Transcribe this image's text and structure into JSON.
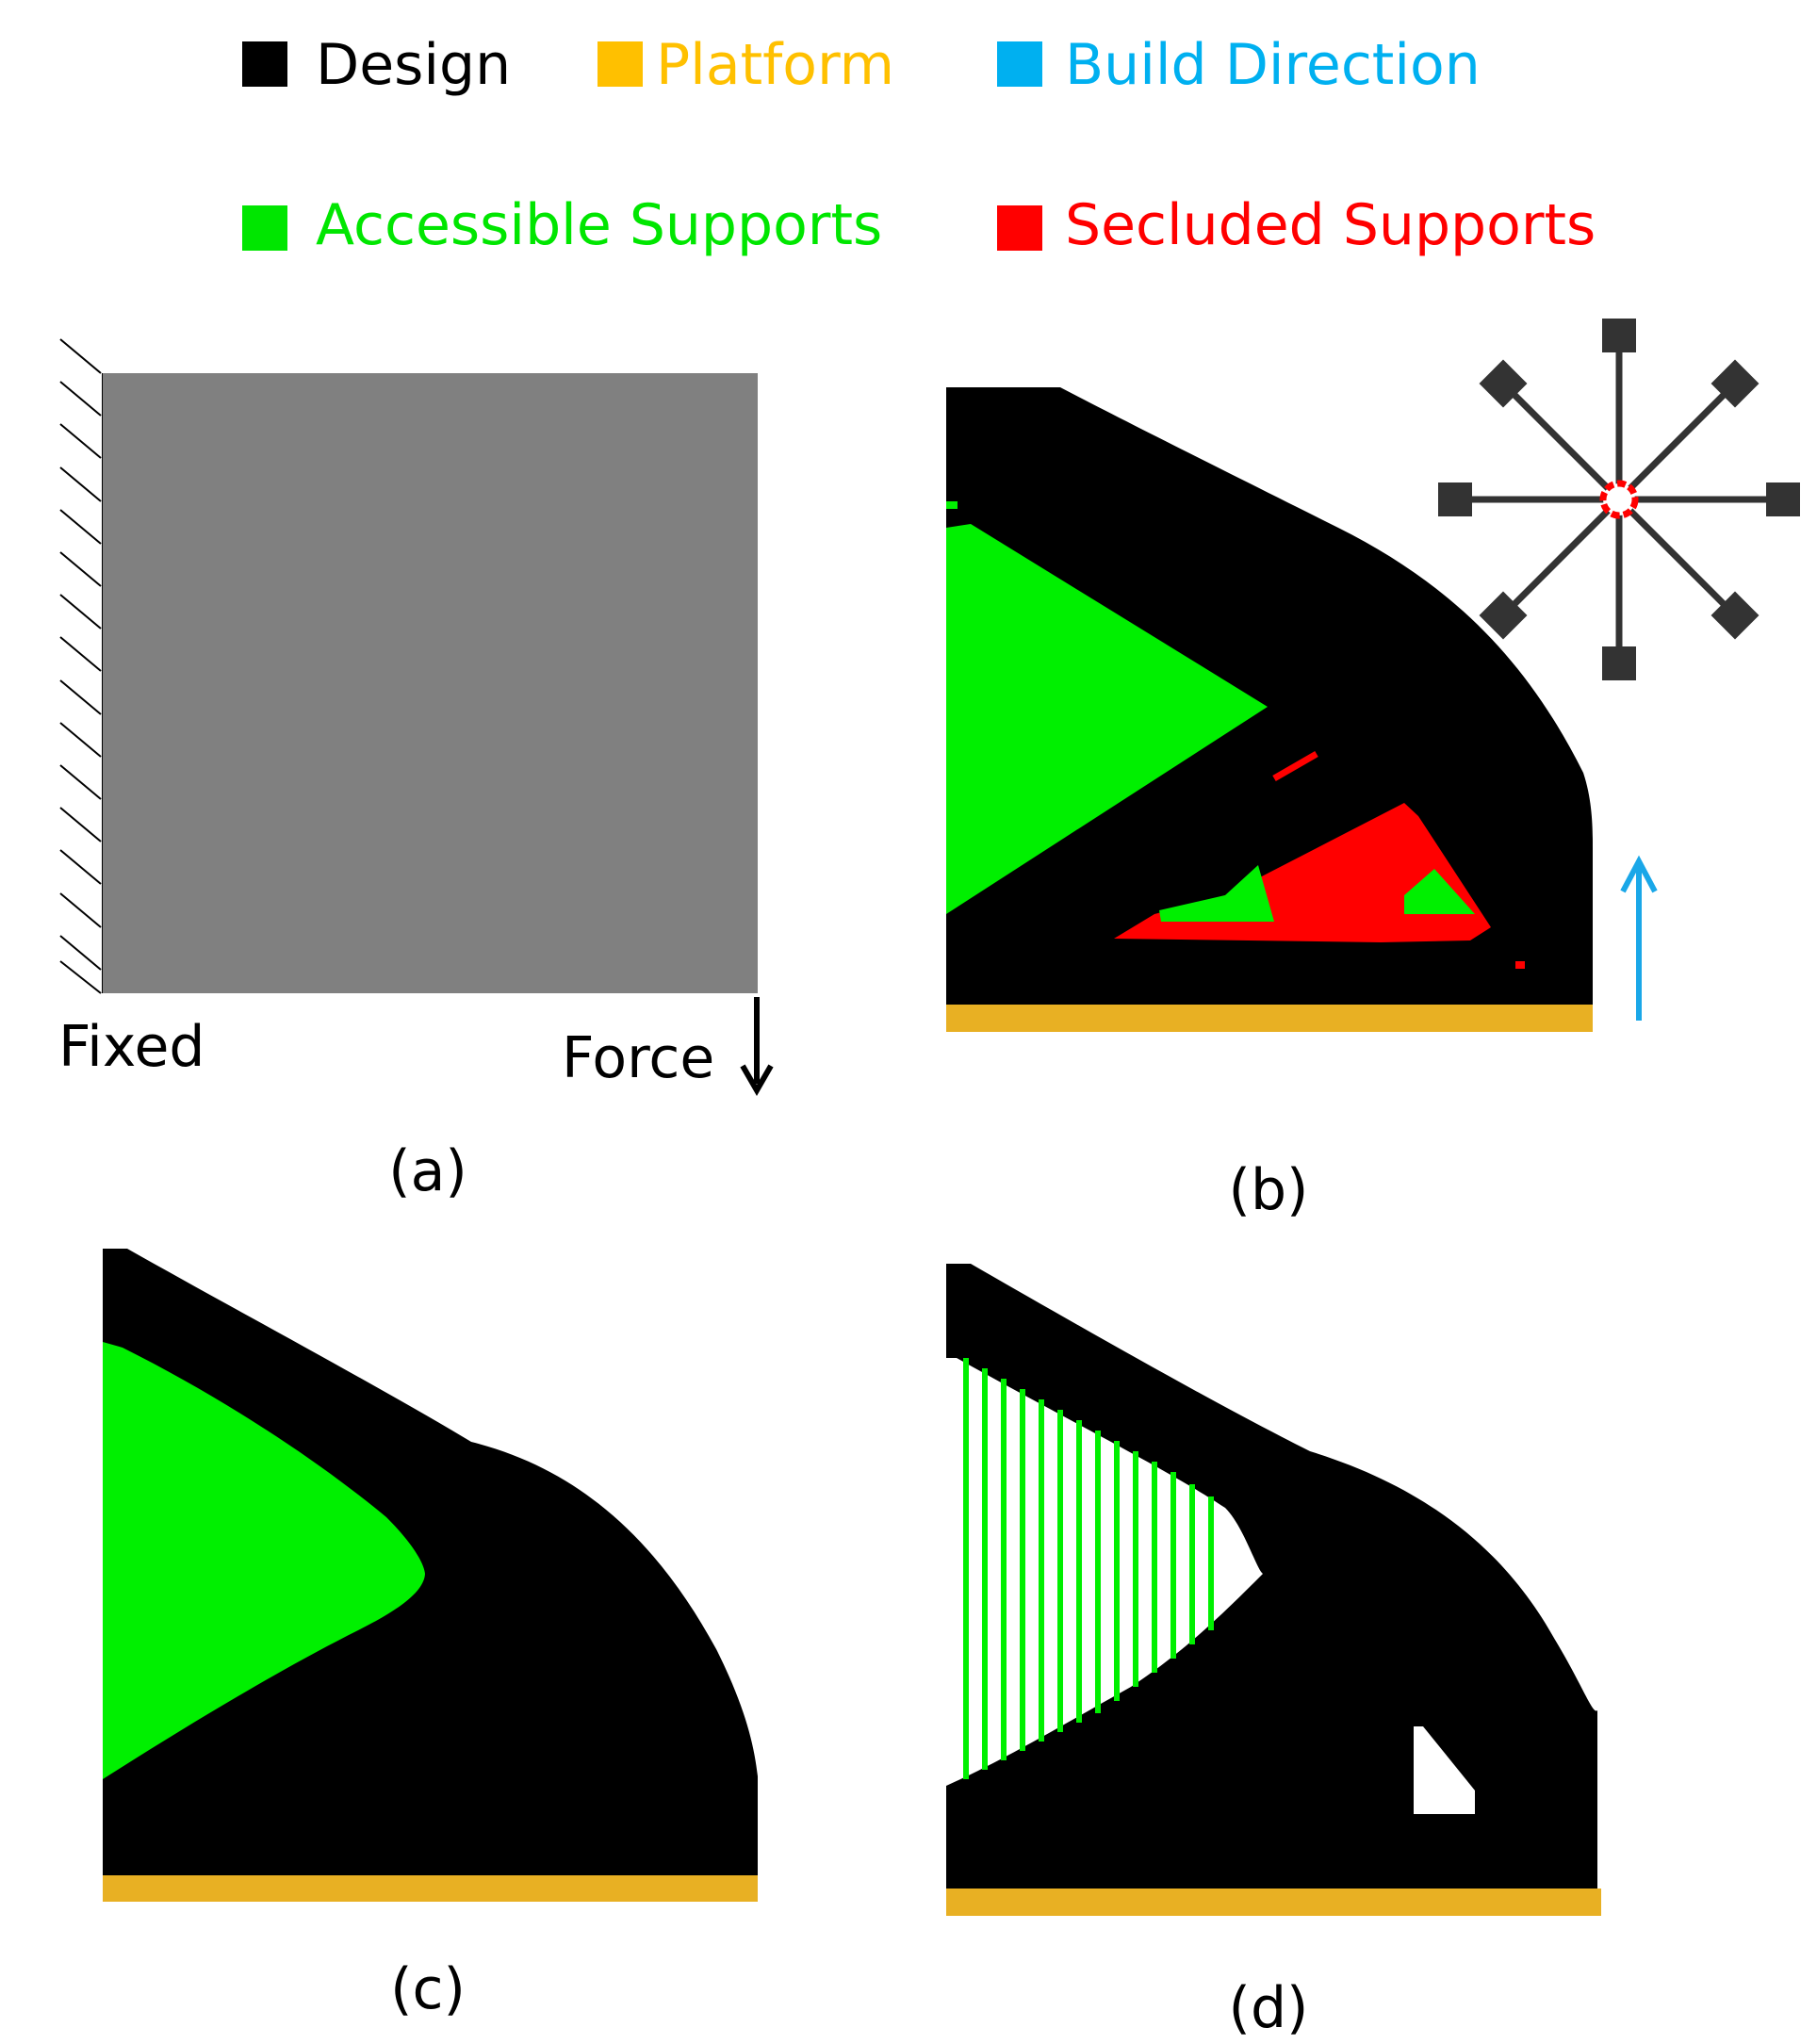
{
  "legend": [
    {
      "label": "Design",
      "color": "#000000"
    },
    {
      "label": "Platform",
      "color": "#FFC000"
    },
    {
      "label": "Build Direction",
      "color": "#00B0F0"
    },
    {
      "label": "Accessible Supports",
      "color": "#00E600"
    },
    {
      "label": "Secluded Supports",
      "color": "#FF0000"
    }
  ],
  "colors": {
    "design": "#000000",
    "domain": "#808080",
    "platform": "#E8B023",
    "accessible_support": "#00F000",
    "secluded_support": "#FF0000",
    "build_arrow": "#1AA7E8",
    "robot": "#333333",
    "robot_center": "#FF0000",
    "hole": "#FFFFFF"
  },
  "panel_a": {
    "fixed_label": "Fixed",
    "force_label": "Force",
    "caption": "(a)"
  },
  "panel_b": {
    "caption": "(b)"
  },
  "panel_c": {
    "caption": "(c)"
  },
  "panel_d": {
    "caption": "(d)"
  }
}
